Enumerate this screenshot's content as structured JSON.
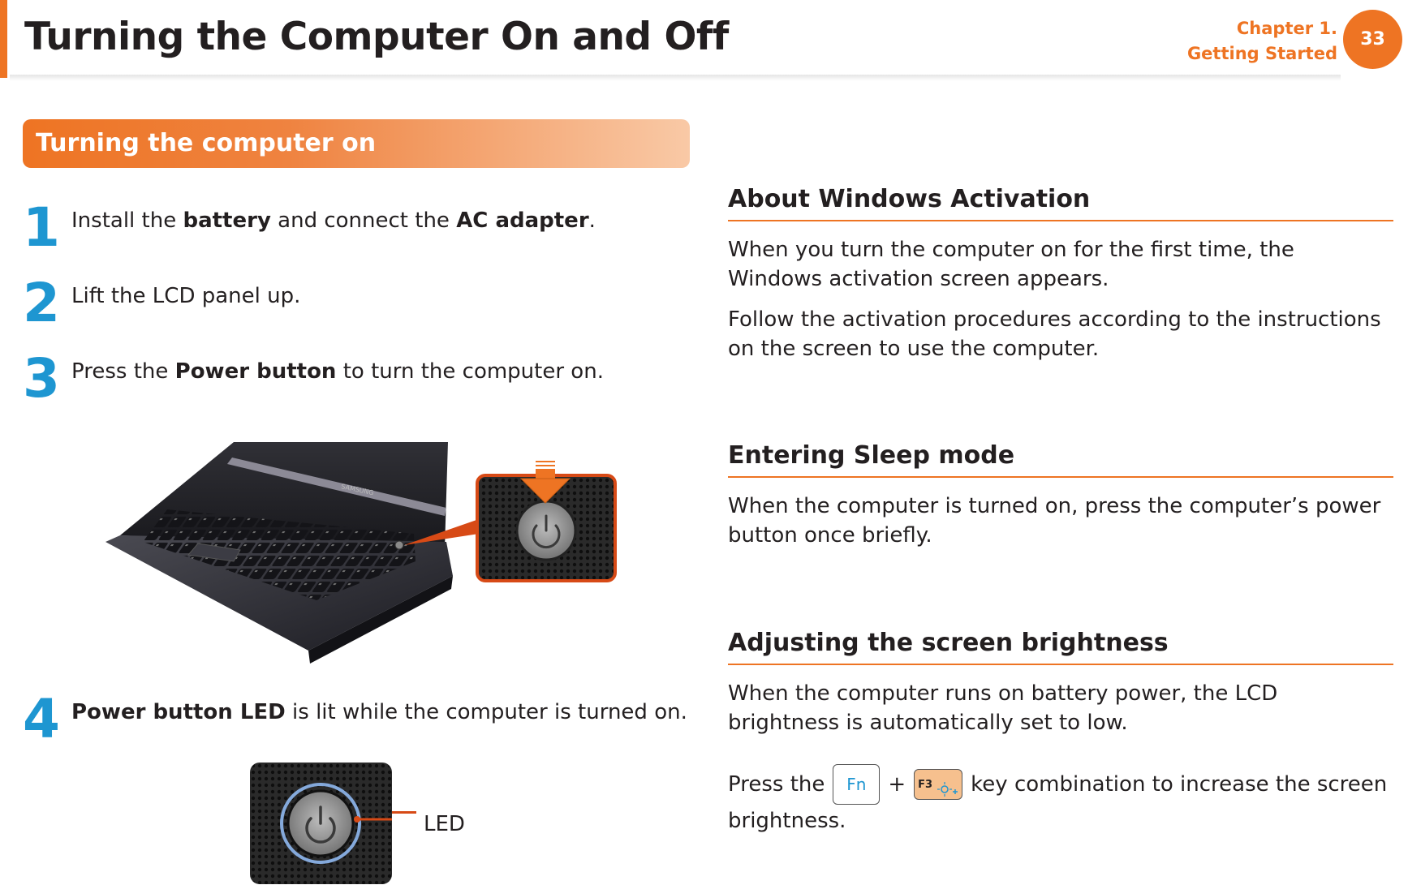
{
  "header": {
    "title": "Turning the Computer On and Off",
    "chapter_line1": "Chapter 1.",
    "chapter_line2": "Getting Started",
    "page_number": "33"
  },
  "section": {
    "title": "Turning the computer on"
  },
  "steps": [
    {
      "num": "1",
      "t1": "Install the ",
      "b1": "battery",
      "t2": " and connect the ",
      "b2": "AC adapter",
      "t3": "."
    },
    {
      "num": "2",
      "t1": "Lift the LCD panel up."
    },
    {
      "num": "3",
      "t1": "Press the ",
      "b1": "Power button",
      "t2": " to turn the computer on."
    },
    {
      "num": "4",
      "b1": "Power button LED",
      "t1": " is lit while the computer is turned on."
    }
  ],
  "figure": {
    "laptop_brand": "SAMSUNG",
    "led_label": "LED"
  },
  "right": {
    "activation": {
      "heading": "About Windows Activation",
      "p1": "When you turn the computer on for the first time, the Windows activation screen appears.",
      "p2": "Follow the activation procedures according to the instructions on the screen to use the computer."
    },
    "sleep": {
      "heading": "Entering Sleep mode",
      "p1": "When the computer is turned on, press the computer’s power button once briefly."
    },
    "brightness": {
      "heading": "Adjusting the screen brightness",
      "p1": "When the computer runs on battery power, the LCD brightness is automatically set to low.",
      "press_the": "Press the",
      "plus": "+",
      "key_fn": "Fn",
      "key_f3": "F3",
      "p2_rest": "key combination to increase the screen",
      "p2_end": "brightness."
    }
  },
  "colors": {
    "accent": "#ee7423",
    "step_blue": "#1e96d1"
  },
  "icons": [
    "power-icon",
    "arrow-down-icon",
    "brightness-up-icon"
  ]
}
